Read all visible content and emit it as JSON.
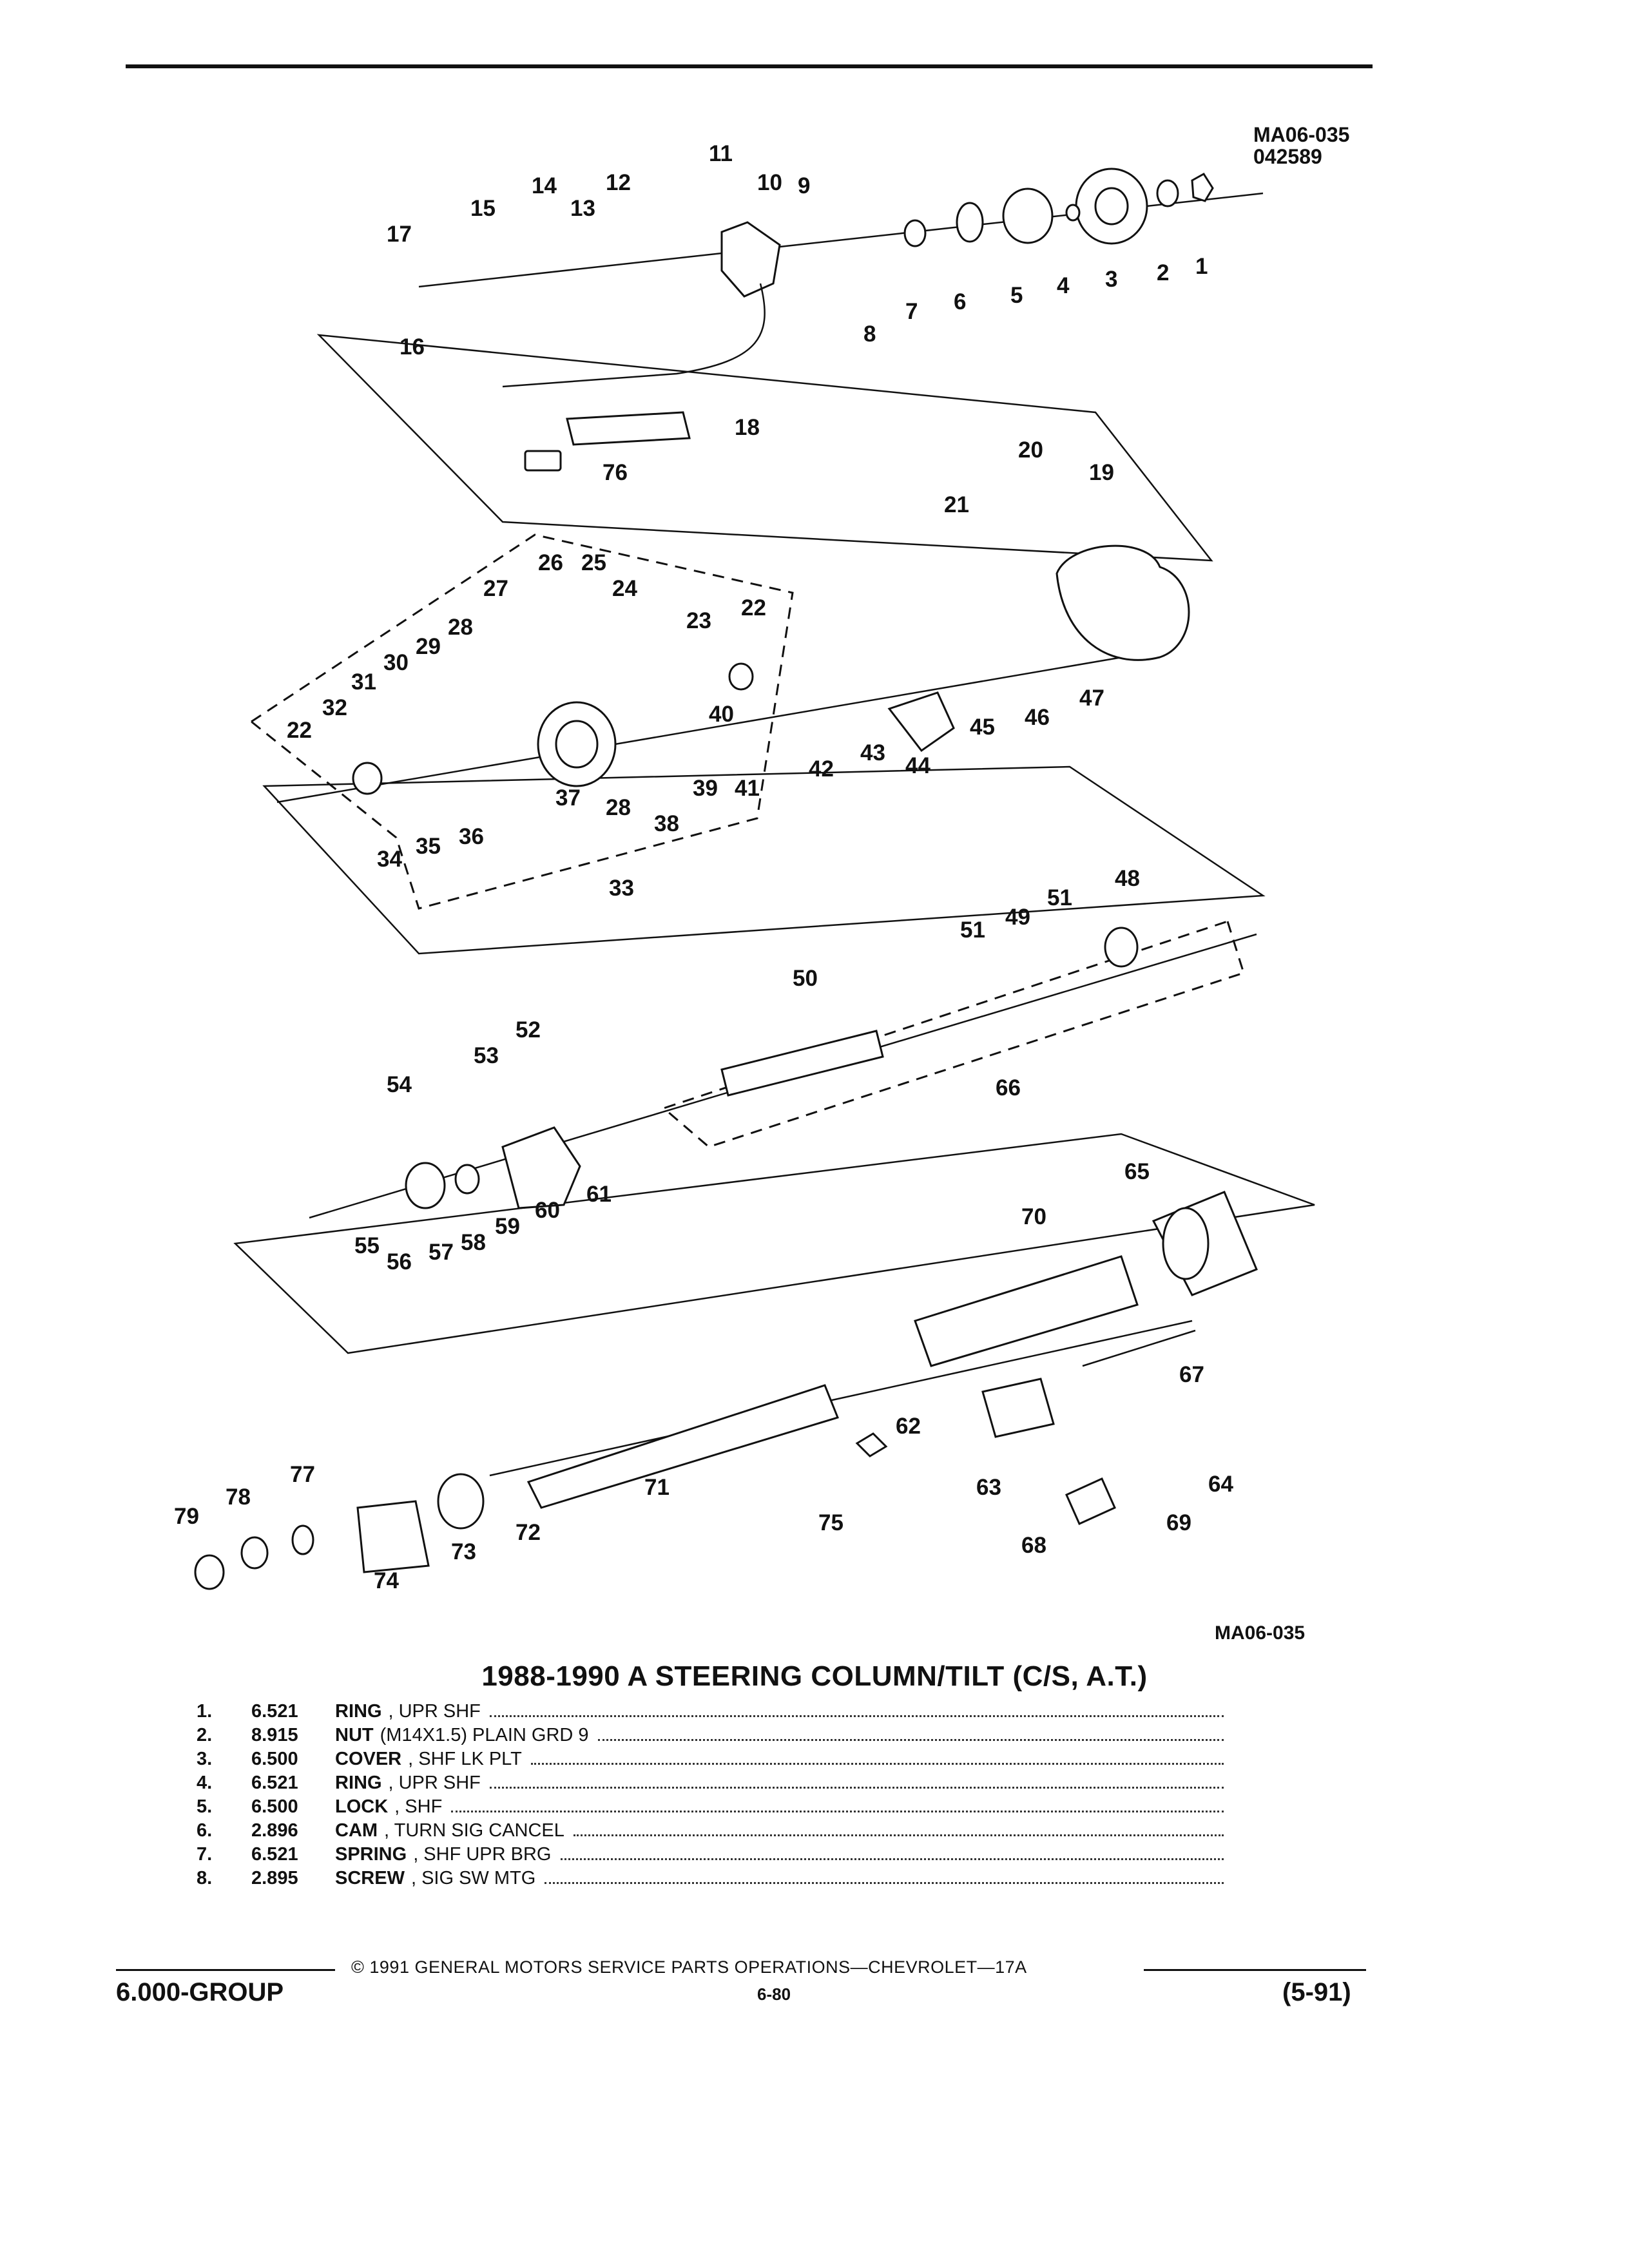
{
  "header": {
    "ref_top": "MA06-035",
    "ref_date": "042589",
    "ref_bottom": "MA06-035"
  },
  "diagram": {
    "callouts": [
      "1",
      "2",
      "3",
      "4",
      "5",
      "6",
      "7",
      "8",
      "9",
      "10",
      "11",
      "12",
      "13",
      "14",
      "15",
      "16",
      "17",
      "18",
      "19",
      "20",
      "21",
      "22",
      "23",
      "24",
      "25",
      "26",
      "27",
      "28",
      "29",
      "30",
      "31",
      "32",
      "33",
      "34",
      "35",
      "36",
      "37",
      "38",
      "39",
      "40",
      "41",
      "42",
      "43",
      "44",
      "45",
      "46",
      "47",
      "48",
      "49",
      "50",
      "51",
      "52",
      "53",
      "54",
      "55",
      "56",
      "57",
      "58",
      "59",
      "60",
      "61",
      "62",
      "63",
      "64",
      "65",
      "66",
      "67",
      "68",
      "69",
      "70",
      "71",
      "72",
      "73",
      "74",
      "75",
      "76",
      "77",
      "78",
      "79"
    ]
  },
  "title": "1988-1990 A STEERING COLUMN/TILT (C/S, A.T.)",
  "parts": [
    {
      "num": "1.",
      "code": "6.521",
      "name": "RING",
      "desc": ", UPR SHF"
    },
    {
      "num": "2.",
      "code": "8.915",
      "name": "NUT",
      "desc": "(M14X1.5) PLAIN GRD 9"
    },
    {
      "num": "3.",
      "code": "6.500",
      "name": "COVER",
      "desc": ", SHF LK PLT"
    },
    {
      "num": "4.",
      "code": "6.521",
      "name": "RING",
      "desc": ", UPR SHF"
    },
    {
      "num": "5.",
      "code": "6.500",
      "name": "LOCK",
      "desc": ", SHF"
    },
    {
      "num": "6.",
      "code": "2.896",
      "name": "CAM",
      "desc": ", TURN SIG CANCEL"
    },
    {
      "num": "7.",
      "code": "6.521",
      "name": "SPRING",
      "desc": ", SHF UPR BRG"
    },
    {
      "num": "8.",
      "code": "2.895",
      "name": "SCREW",
      "desc": ", SIG SW MTG"
    }
  ],
  "footer": {
    "copyright": "© 1991 GENERAL MOTORS SERVICE PARTS OPERATIONS—CHEVROLET—17A",
    "group": "6.000-GROUP",
    "page": "6-80",
    "date": "(5-91)"
  }
}
